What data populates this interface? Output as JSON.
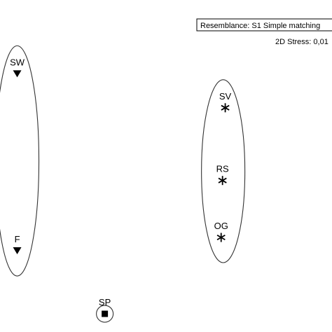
{
  "chart_data": {
    "type": "scatter",
    "title": "",
    "xlabel": "",
    "ylabel": "",
    "grid": false,
    "legend": "none",
    "resemblance_label": "Resemblance: S1 Simple matching",
    "stress_label": "2D Stress: 0,01",
    "points": [
      {
        "label": "SW",
        "marker": "triangle-down",
        "x": -1.0,
        "y": 0.88
      },
      {
        "label": "F",
        "marker": "triangle-down",
        "x": -1.0,
        "y": -0.58
      },
      {
        "label": "SV",
        "marker": "asterisk",
        "x": 0.52,
        "y": 0.6
      },
      {
        "label": "RS",
        "marker": "asterisk",
        "x": 0.5,
        "y": 0.0
      },
      {
        "label": "OG",
        "marker": "asterisk",
        "x": 0.49,
        "y": -0.47
      },
      {
        "label": "SP",
        "marker": "square",
        "x": -0.36,
        "y": -1.1
      }
    ],
    "clusters": [
      {
        "members": [
          "SW",
          "F"
        ]
      },
      {
        "members": [
          "SV",
          "RS",
          "OG"
        ]
      },
      {
        "members": [
          "SP"
        ]
      }
    ],
    "xlim": [
      -1.1,
      1.3
    ],
    "ylim": [
      -1.25,
      1.2
    ],
    "colors": {
      "ink": "#000000",
      "ellipse": "#333333"
    }
  }
}
